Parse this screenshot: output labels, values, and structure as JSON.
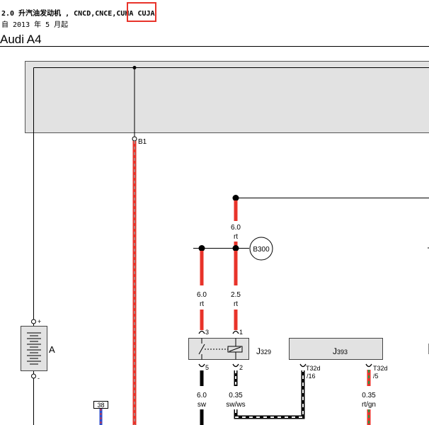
{
  "header": {
    "engine_prefix": "2.0 升汽油发动机 , CNCD,CNCE,CUHA",
    "engine_highlight": "CUJA",
    "since": "自 2013 年 5 月起",
    "model": "Audi A4"
  },
  "diagram": {
    "battery_label": "A",
    "battery_plus": "+",
    "battery_minus": "-",
    "b1_label": "B1",
    "b300_label": "B300",
    "relay_label": "J",
    "relay_sub": "329",
    "ecu_label": "J",
    "ecu_sub": "393",
    "pin3": "3",
    "pin1": "1",
    "pin5": "5",
    "pin2": "2",
    "t32d_16_a": "T32d",
    "t32d_16_b": "/16",
    "t32d_5_a": "T32d",
    "t32d_5_b": "/5",
    "wire_top_size": "6.0",
    "wire_top_color": "rt",
    "wire_left_size": "6.0",
    "wire_left_color": "rt",
    "wire_mid_size": "2.5",
    "wire_mid_color": "rt",
    "wire_sw_size": "6.0",
    "wire_sw_color": "sw",
    "wire_swws_size": "0.35",
    "wire_swws_color": "sw/ws",
    "wire_rtgn_size": "0.35",
    "wire_rtgn_color": "rt/gn",
    "ref_38": "38"
  },
  "colors": {
    "red": "#e8332a",
    "green": "#1fa34a",
    "blue": "#2b4fcf",
    "box_fill": "#e2e2e2",
    "highlight": "#e8332a"
  }
}
